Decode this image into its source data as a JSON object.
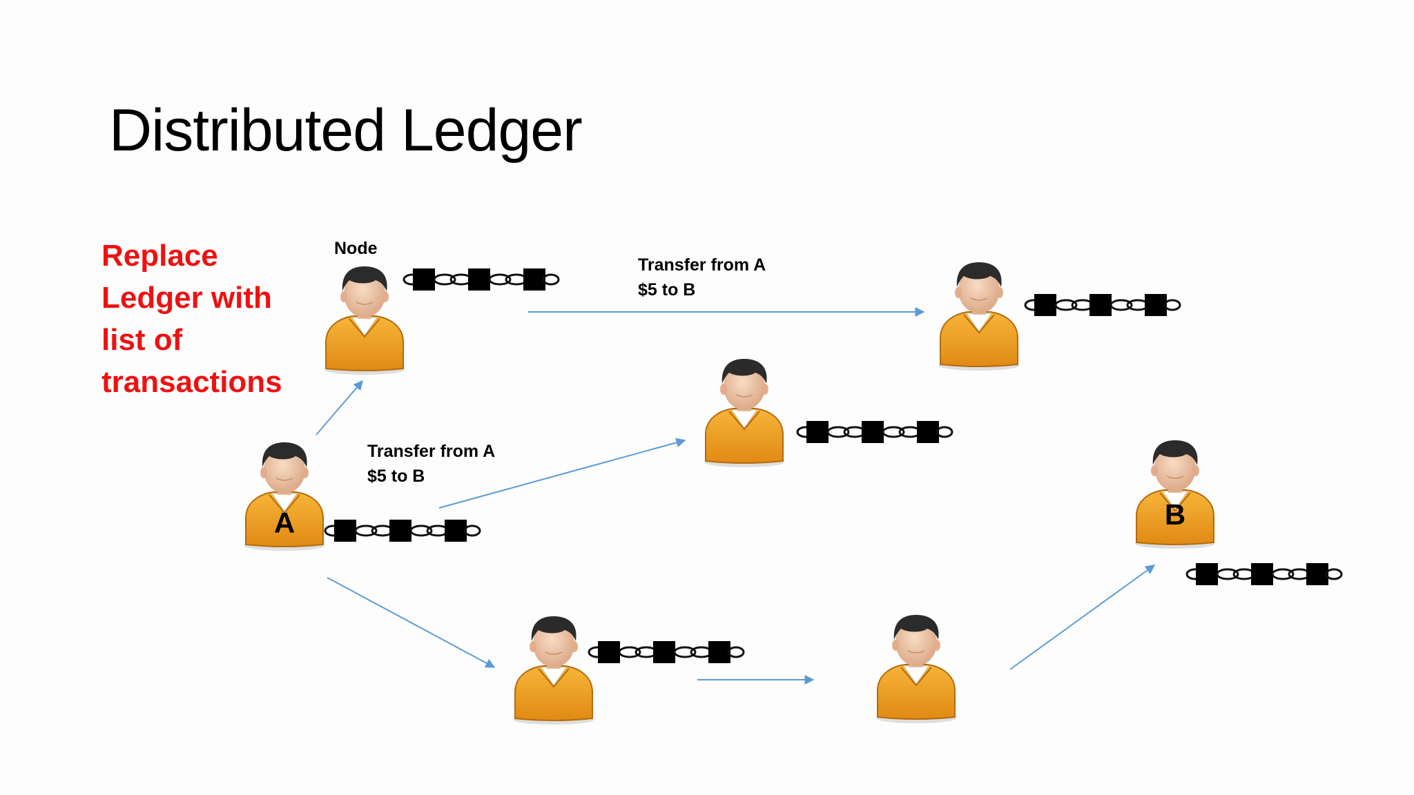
{
  "slide": {
    "title": "Distributed Ledger",
    "note_lines": [
      "Replace",
      "Ledger with",
      "list of",
      "transactions"
    ]
  },
  "labels": {
    "node": "Node",
    "transfer_top": [
      "Transfer from A",
      "$5 to B"
    ],
    "transfer_mid": [
      "Transfer from A",
      "$5 to B"
    ]
  },
  "nodes": {
    "a": "A",
    "b": "B"
  },
  "icons": {
    "person": "person-icon",
    "ledger": "blockchain-chain-icon"
  },
  "colors": {
    "title": "#000000",
    "note": "#ee1111",
    "arrow": "#5b9bd5",
    "shirt": "#f0a020",
    "block": "#000000"
  }
}
